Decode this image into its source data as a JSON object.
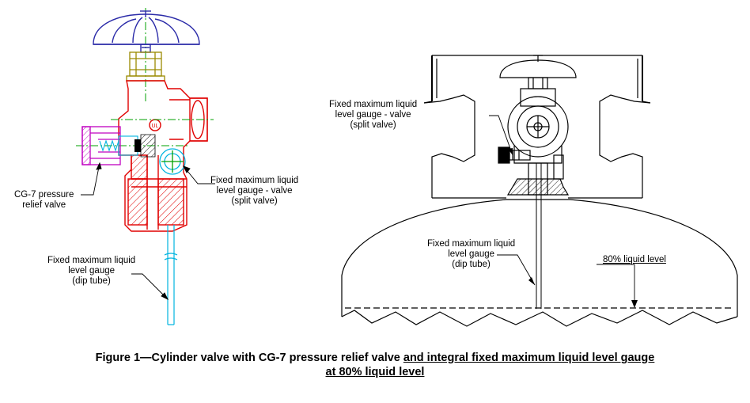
{
  "left_labels": {
    "relief_valve": [
      "CG-7 pressure",
      "relief valve"
    ],
    "gauge_valve": [
      "Fixed maximum liquid",
      "level gauge - valve",
      "(split valve)"
    ],
    "dip_tube": [
      "Fixed maximum liquid",
      "level gauge",
      "(dip tube)"
    ]
  },
  "right_labels": {
    "gauge_valve": [
      "Fixed maximum liquid",
      "level gauge - valve",
      "(split valve)"
    ],
    "dip_tube": [
      "Fixed maximum liquid",
      "level gauge",
      "(dip tube)"
    ],
    "liquid_level": "80% liquid level"
  },
  "caption": {
    "part1": "Figure 1—Cylinder valve with CG-7 pressure relief valve ",
    "part2": "and integral fixed maximum liquid level gauge",
    "part3": "at 80% liquid level"
  },
  "colors": {
    "handwheel": "#2a2aa8",
    "bonnet": "#9a8a00",
    "body": "#e00000",
    "relief_valve": "#c000c0",
    "cyan_parts": "#00b4e0",
    "centerline": "#00a000",
    "dark": "#000000"
  }
}
